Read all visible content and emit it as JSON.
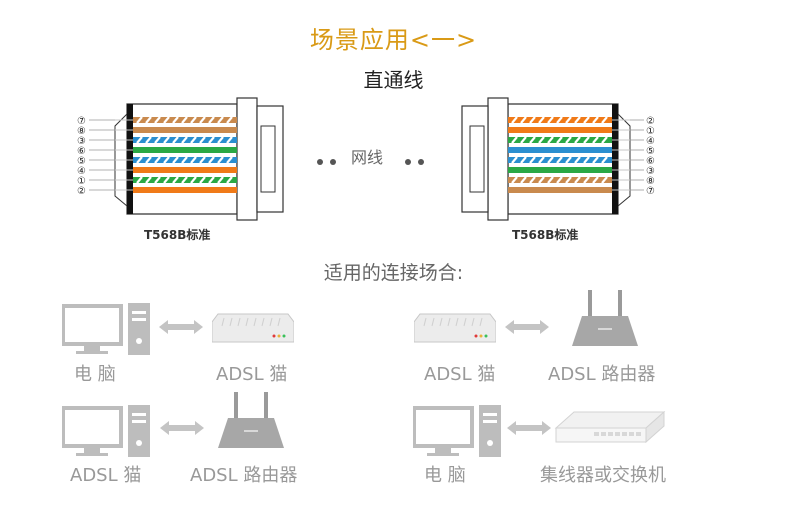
{
  "header": {
    "title": "场景应用<一>",
    "subtitle": "直通线"
  },
  "cable": {
    "left_standard": "T568B标准",
    "right_standard": "T568B标准",
    "middle_label": "网线",
    "left_pin_numbers": [
      "⑦",
      "⑧",
      "③",
      "⑥",
      "⑤",
      "④",
      "①",
      "②"
    ],
    "right_pin_numbers": [
      "②",
      "①",
      "④",
      "⑤",
      "⑥",
      "③",
      "⑧",
      "⑦"
    ],
    "left_wire_colors": [
      "#c98a4e",
      "#c98a4e",
      "#2b8fd0",
      "#2aa845",
      "#2b8fd0",
      "#f07a18",
      "#2aa845",
      "#f07a18"
    ],
    "right_wire_colors": [
      "#f07a18",
      "#f07a18",
      "#2aa845",
      "#2b8fd0",
      "#2b8fd0",
      "#2aa845",
      "#c98a4e",
      "#c98a4e"
    ]
  },
  "usage": {
    "title": "适用的连接场合:",
    "scenarios": [
      {
        "left_device": "电  脑",
        "right_device": "ADSL 猫"
      },
      {
        "left_device": "ADSL 猫",
        "right_device": "ADSL 路由器"
      },
      {
        "left_device": "ADSL 猫",
        "right_device": "ADSL 路由器"
      },
      {
        "left_device": "电  脑",
        "right_device": "集线器或交换机"
      }
    ]
  },
  "icons": {
    "computer": "computer-icon",
    "modem": "adsl-modem-icon",
    "router": "router-icon",
    "switch": "switch-icon",
    "arrow": "double-arrow-icon"
  },
  "colors": {
    "title": "#d99a16",
    "device_gray": "#bdbdbd"
  }
}
